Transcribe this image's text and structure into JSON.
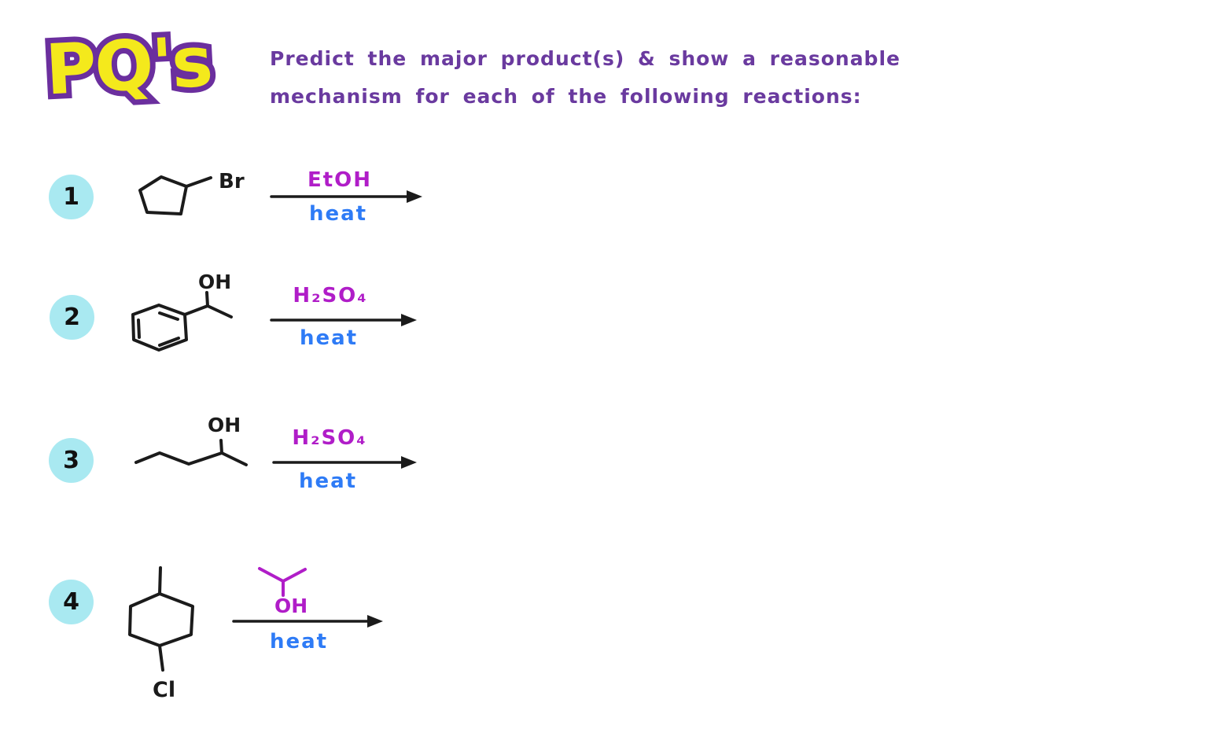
{
  "logo": {
    "text": "PQ's"
  },
  "header": {
    "line1": "Predict the major product(s) & show a reasonable",
    "line2": "mechanism for each of the following reactions:"
  },
  "colors": {
    "heading_purple": "#6a3a9f",
    "reagent_magenta": "#b01dc8",
    "heat_blue": "#2e7bf6",
    "circle_cyan": "#a9e9f1",
    "logo_yellow": "#f4e91c",
    "logo_purple": "#6b2f9e",
    "ink": "#1b1b1b"
  },
  "reactions": [
    {
      "number": "1",
      "substrate_name": "bromocyclopentane",
      "atom_label": "Br",
      "reagent_above": "EtOH",
      "reagent_below": "heat"
    },
    {
      "number": "2",
      "substrate_name": "1-phenylethanol",
      "atom_label": "OH",
      "reagent_above": "H₂SO₄",
      "reagent_below": "heat"
    },
    {
      "number": "3",
      "substrate_name": "pentan-2-ol",
      "atom_label": "OH",
      "reagent_above": "H₂SO₄",
      "reagent_below": "heat"
    },
    {
      "number": "4",
      "substrate_name": "1-chloro-4-methylcyclohexane",
      "atom_label": "Cl",
      "reagent_structure_name": "isopropanol",
      "reagent_structure_label": "OH",
      "reagent_below": "heat"
    }
  ]
}
